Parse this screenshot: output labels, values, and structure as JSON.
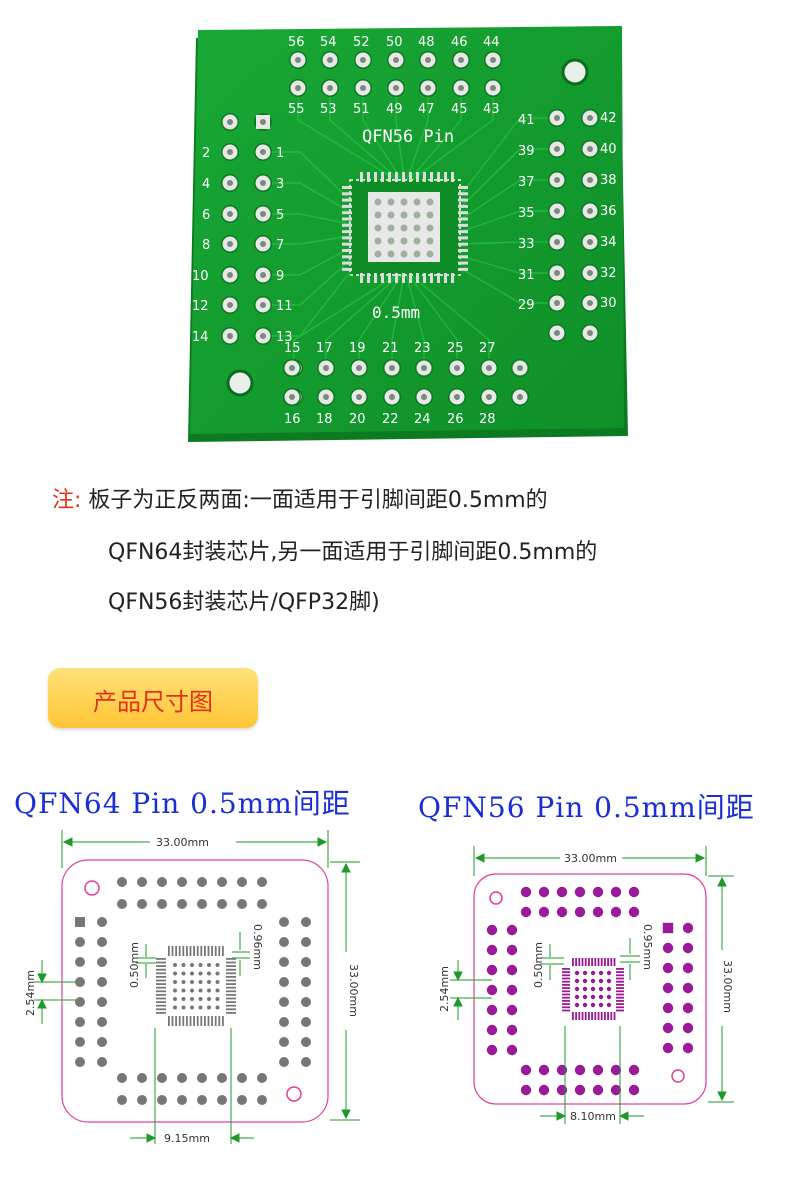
{
  "board": {
    "top_row_labels": [
      "56",
      "54",
      "52",
      "50",
      "48",
      "46",
      "44"
    ],
    "second_row_labels": [
      "55",
      "53",
      "51",
      "49",
      "47",
      "45",
      "43"
    ],
    "left_outer_labels": [
      "2",
      "4",
      "6",
      "8",
      "10",
      "12",
      "14"
    ],
    "left_inner_labels": [
      "1",
      "3",
      "5",
      "7",
      "9",
      "11",
      "13"
    ],
    "right_outer_labels": [
      "42",
      "40",
      "38",
      "36",
      "34",
      "32",
      "30"
    ],
    "right_inner_labels": [
      "41",
      "39",
      "37",
      "35",
      "33",
      "31",
      "29"
    ],
    "bottom_upper_labels": [
      "15",
      "17",
      "19",
      "21",
      "23",
      "25",
      "27"
    ],
    "bottom_lower_labels": [
      "16",
      "18",
      "20",
      "22",
      "24",
      "26",
      "28"
    ],
    "chip_label": "QFN56 Pin",
    "pitch_label": "0.5mm",
    "colors": {
      "pcb": "#119a2c",
      "pad": "#e8e8e8",
      "silk": "#ffffff"
    }
  },
  "note": {
    "prefix": "注:",
    "line1": "板子为正反两面:一面适用于引脚间距0.5mm的",
    "line2": "QFN64封装芯片,另一面适用于引脚间距0.5mm的",
    "line3": "QFN56封装芯片/QFP32脚)"
  },
  "section_button": "产品尺寸图",
  "diagrams": {
    "qfn64": {
      "title": "QFN64 Pin 0.5mm间距",
      "width_dim": "33.00mm",
      "height_dim": "33.00mm",
      "row_pitch": "2.54mm",
      "pin_pitch": "0.50mm",
      "pad_width": "0.96mm",
      "pad_span": "9.15mm",
      "color": "#777777"
    },
    "qfn56": {
      "title": "QFN56 Pin 0.5mm间距",
      "width_dim": "33.00mm",
      "height_dim": "33.00mm",
      "row_pitch": "2.54mm",
      "pin_pitch": "0.50mm",
      "pad_width": "0.95mm",
      "pad_span": "8.10mm",
      "color": "#9a1a9a"
    },
    "dim_color": "#1f9a2a",
    "outline_color": "#e0409a"
  }
}
